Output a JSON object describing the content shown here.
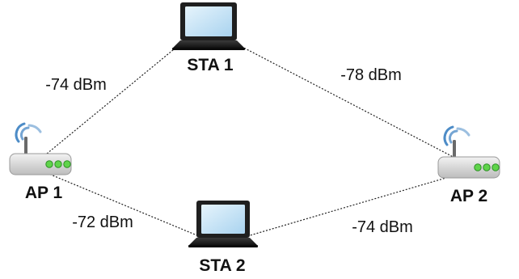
{
  "nodes": {
    "sta1": {
      "label": "STA 1",
      "icon": "laptop-icon"
    },
    "sta2": {
      "label": "STA 2",
      "icon": "laptop-icon"
    },
    "ap1": {
      "label": "AP 1",
      "icon": "wifi-router-icon"
    },
    "ap2": {
      "label": "AP 2",
      "icon": "wifi-router-icon"
    }
  },
  "links": {
    "ap1_sta1": "-74 dBm",
    "sta1_ap2": "-78 dBm",
    "ap1_sta2": "-72 dBm",
    "sta2_ap2": "-74 dBm"
  },
  "colors": {
    "led": "#5fd44a",
    "screen": "#bfe0f5",
    "signal": "#3a7fc1",
    "router_body": "#d6d6d6",
    "laptop_body": "#1f1f1f"
  }
}
